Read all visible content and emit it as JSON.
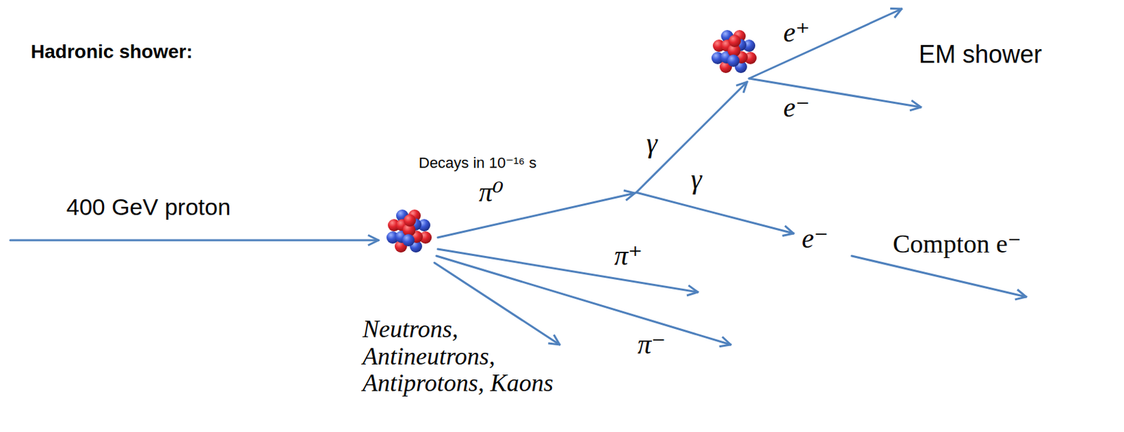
{
  "diagram": {
    "title": "Hadronic shower:",
    "labels": [
      "400 GeV proton",
      "Decays in 10⁻¹⁶ s",
      "π⁰",
      "γ",
      "γ",
      "e⁺",
      "e⁻",
      "EM shower",
      "e⁻",
      "Compton e⁻",
      "π⁺",
      "π⁻",
      "Neutrons, Antineutrons, Antiprotons, Kaons"
    ]
  }
}
